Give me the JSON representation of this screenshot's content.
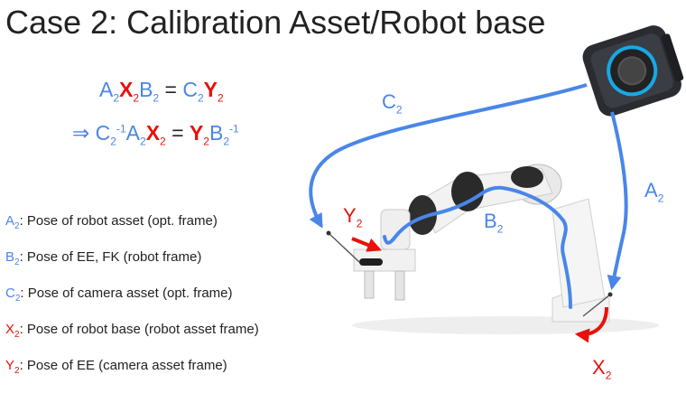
{
  "title": "Case 2: Calibration Asset/Robot base",
  "equation1": {
    "a": "A",
    "a_sub": "2",
    "x": "X",
    "x_sub": "2",
    "b": "B",
    "b_sub": "2",
    "eq": "=",
    "c": "C",
    "c_sub": "2",
    "y": "Y",
    "y_sub": "2"
  },
  "equation2": {
    "implies": "⇒",
    "c": "C",
    "c_sub": "2",
    "c_sup": "-1",
    "a": "A",
    "a_sub": "2",
    "x": "X",
    "x_sub": "2",
    "eq": "=",
    "y": "Y",
    "y_sub": "2",
    "b": "B",
    "b_sub": "2",
    "b_sup": "-1"
  },
  "definitions": [
    {
      "sym": "A",
      "sub": "2",
      "text": ": Pose of robot asset (opt. frame)",
      "color": "#4a86e8"
    },
    {
      "sym": "B",
      "sub": "2",
      "text": ": Pose of EE, FK (robot frame)",
      "color": "#4a86e8"
    },
    {
      "sym": "C",
      "sub": "2",
      "text": ": Pose of camera asset (opt. frame)",
      "color": "#4a86e8"
    },
    {
      "sym": "X",
      "sub": "2",
      "text": ": Pose of robot base (robot asset frame)",
      "color": "#e8110c"
    },
    {
      "sym": "Y",
      "sub": "2",
      "text": ": Pose of EE (camera asset frame)",
      "color": "#e8110c"
    }
  ],
  "diagram_labels": {
    "c": {
      "sym": "C",
      "sub": "2"
    },
    "a": {
      "sym": "A",
      "sub": "2"
    },
    "b": {
      "sym": "B",
      "sub": "2"
    },
    "y": {
      "sym": "Y",
      "sub": "2"
    },
    "x": {
      "sym": "X",
      "sub": "2"
    }
  },
  "colors": {
    "blue": "#4a86e8",
    "red": "#e8110c",
    "text": "#222222"
  }
}
